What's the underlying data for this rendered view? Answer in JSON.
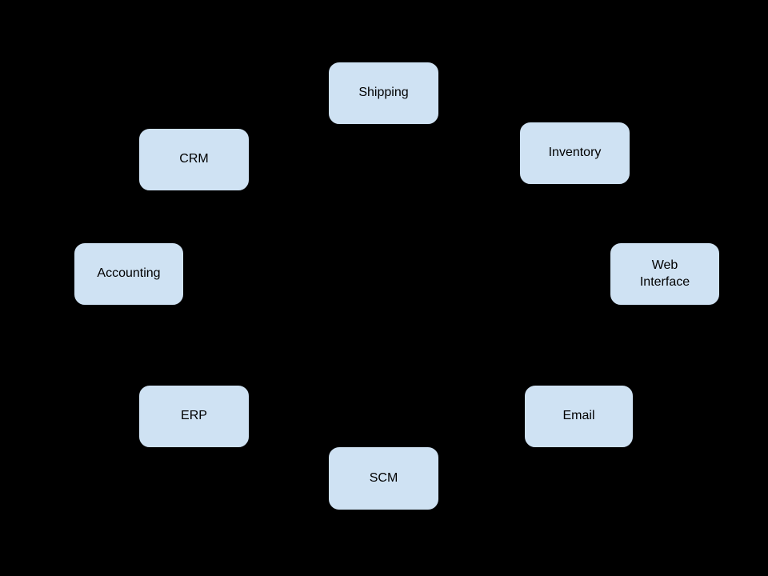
{
  "diagram": {
    "background_color": "#000000",
    "node_fill_color": "#cfe2f3",
    "node_border_color": "#000000",
    "node_text_color": "#000000",
    "nodes": [
      {
        "id": "shipping",
        "label": "Shipping",
        "position": "top-center"
      },
      {
        "id": "crm",
        "label": "CRM",
        "position": "upper-left"
      },
      {
        "id": "inventory",
        "label": "Inventory",
        "position": "upper-right"
      },
      {
        "id": "accounting",
        "label": "Accounting",
        "position": "middle-left"
      },
      {
        "id": "web-interface",
        "label": "Web Interface",
        "position": "middle-right"
      },
      {
        "id": "erp",
        "label": "ERP",
        "position": "lower-left"
      },
      {
        "id": "email",
        "label": "Email",
        "position": "lower-right"
      },
      {
        "id": "scm",
        "label": "SCM",
        "position": "bottom-center"
      }
    ]
  }
}
